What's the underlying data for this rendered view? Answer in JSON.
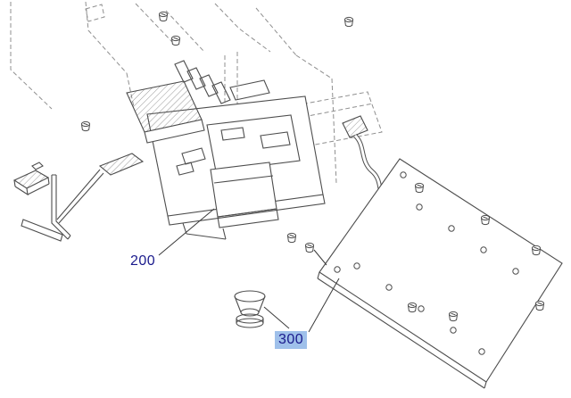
{
  "diagram": {
    "labels": [
      {
        "id": "callout-200",
        "text": "200",
        "highlighted": false
      },
      {
        "id": "callout-300",
        "text": "300",
        "highlighted": true
      }
    ],
    "colors": {
      "label_text": "#1a1a8c",
      "highlight_bg": "#9fc0ea",
      "solid_line": "#4d4d4d",
      "ghost_line": "#8f8f8f"
    }
  }
}
